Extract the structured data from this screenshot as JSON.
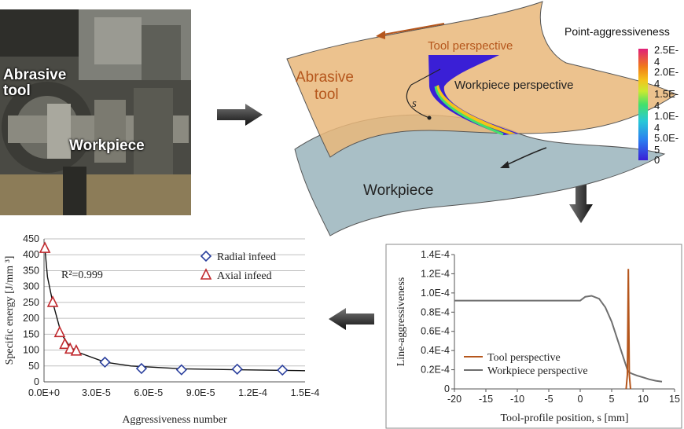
{
  "photo": {
    "label_tool_line1": "Abrasive",
    "label_tool_line2": "tool",
    "label_workpiece": "Workpiece"
  },
  "surface": {
    "abrasive_tool_line1": "Abrasive",
    "abrasive_tool_line2": "tool",
    "tool_perspective": "Tool perspective",
    "workpiece_perspective": "Workpiece perspective",
    "workpiece": "Workpiece",
    "s_symbol": "s",
    "colors": {
      "tool_surface": "#e9b77a",
      "workpiece_surface": "#a9bfc6",
      "arrow": "#b5561c"
    }
  },
  "colorbar": {
    "title": "Point-aggressiveness",
    "ticks": [
      "2.5E-4",
      "2.0E-4",
      "1.5E-4",
      "1.0E-4",
      "5.0E-5",
      "0"
    ]
  },
  "chart_data": [
    {
      "type": "scatter",
      "xlabel": "Aggressiveness number",
      "ylabel": "Specific energy [J/mm ³]",
      "xlim": [
        0,
        0.00015
      ],
      "ylim": [
        0,
        450
      ],
      "x_ticks": [
        "0.0E+0",
        "3.0E-5",
        "6.0E-5",
        "9.0E-5",
        "1.2E-4",
        "1.5E-4"
      ],
      "y_ticks": [
        "0",
        "50",
        "100",
        "150",
        "200",
        "250",
        "300",
        "350",
        "400",
        "450"
      ],
      "grid": "horizontal",
      "legend_position": "top-right",
      "annotation": "R²=0.999",
      "series": [
        {
          "name": "Radial infeed",
          "marker": "diamond",
          "color": "#2a3f9d",
          "x": [
            3.5e-05,
            5.6e-05,
            7.9e-05,
            0.000111,
            0.000137
          ],
          "y": [
            62,
            42,
            38,
            40,
            37
          ]
        },
        {
          "name": "Axial infeed",
          "marker": "triangle",
          "color": "#c0282d",
          "x": [
            5e-07,
            5e-06,
            9e-06,
            1.2e-05,
            1.5e-05,
            1.85e-05
          ],
          "y": [
            420,
            250,
            155,
            118,
            103,
            97
          ]
        }
      ],
      "fit_curve": {
        "x": [
          5e-07,
          2e-06,
          5e-06,
          1e-05,
          1.5e-05,
          2e-05,
          3.5e-05,
          5e-05,
          8e-05,
          0.00011,
          0.00015
        ],
        "y": [
          420,
          330,
          250,
          150,
          110,
          92,
          62,
          50,
          41,
          38,
          35
        ]
      }
    },
    {
      "type": "line",
      "xlabel": "Tool-profile position, s [mm]",
      "ylabel": "Line-aggressiveness",
      "xlim": [
        -20,
        15
      ],
      "ylim": [
        0,
        0.00014
      ],
      "x_ticks": [
        "-20",
        "-15",
        "-10",
        "-5",
        "0",
        "5",
        "10",
        "15"
      ],
      "y_ticks": [
        "0",
        "0.2E-4",
        "0.4E-4",
        "0.6E-4",
        "0.8E-4",
        "1.0E-4",
        "1.2E-4",
        "1.4E-4"
      ],
      "legend_position": "bottom-right",
      "series": [
        {
          "name": "Tool perspective",
          "color": "#b5561c",
          "x": [
            7.3,
            7.5,
            7.65,
            7.8,
            8.0
          ],
          "y": [
            0,
            1.5e-05,
            0.000125,
            1.5e-05,
            0
          ]
        },
        {
          "name": "Workpiece perspective",
          "color": "#6e6e6e",
          "x": [
            -20,
            -10,
            0,
            0.8,
            1.8,
            3,
            4,
            5,
            6,
            7,
            7.6,
            8.2,
            9,
            10,
            11,
            12,
            13
          ],
          "y": [
            9.2e-05,
            9.2e-05,
            9.2e-05,
            9.6e-05,
            9.7e-05,
            9.4e-05,
            8.5e-05,
            7e-05,
            5e-05,
            3e-05,
            1.8e-05,
            1.6e-05,
            1.4e-05,
            1.2e-05,
            1e-05,
            8.5e-06,
            7.5e-06
          ]
        }
      ]
    }
  ]
}
